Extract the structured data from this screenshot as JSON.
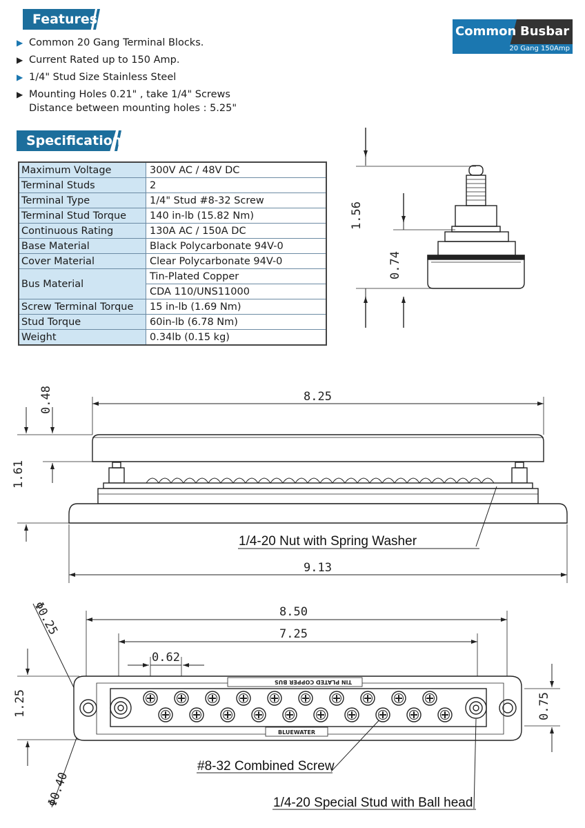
{
  "sections": {
    "features_title": "Features",
    "spec_title": "Specification"
  },
  "badge": {
    "word1": "Common",
    "word2": "Busbar",
    "sub": "20 Gang 150Amp"
  },
  "features": [
    {
      "text": "Common 20 Gang  Terminal Blocks."
    },
    {
      "text": "Current  Rated up to 150 Amp."
    },
    {
      "text": "1/4\"  Stud Size Stainless Steel"
    },
    {
      "text": "Mounting Holes 0.21\" , take 1/4\" Screws",
      "sub": "Distance between mounting holes :  5.25\""
    }
  ],
  "spec": [
    {
      "k": "Maximum Voltage",
      "v": "300V AC / 48V DC"
    },
    {
      "k": "Terminal Studs",
      "v": "2"
    },
    {
      "k": "Terminal Type",
      "v": "1/4\" Stud  #8-32 Screw"
    },
    {
      "k": "Terminal Stud Torque",
      "v": "140 in-lb (15.82 Nm)"
    },
    {
      "k": "Continuous Rating",
      "v": "130A AC / 150A DC"
    },
    {
      "k": "Base Material",
      "v": "Black Polycarbonate 94V-0"
    },
    {
      "k": "Cover  Material",
      "v": "Clear Polycarbonate 94V-0"
    },
    {
      "k": "Bus Material",
      "v": "Tin-Plated Copper",
      "v2": "CDA 110/UNS11000"
    },
    {
      "k": "Screw Terminal Torque",
      "v": "15 in-lb (1.69 Nm)"
    },
    {
      "k": "Stud Torque",
      "v": "60in-lb (6.78 Nm)"
    },
    {
      "k": "Weight",
      "v": "0.34lb (0.15 kg)"
    }
  ],
  "side_view": {
    "dim_total": "1.56",
    "dim_base": "0.74"
  },
  "front_view": {
    "dim_width": "8.25",
    "dim_top": "0.48",
    "dim_height": "1.61",
    "dim_base": "9.13",
    "callout": "1/4-20 Nut with Spring Washer"
  },
  "top_view": {
    "dim_outer": "8.50",
    "dim_studs": "7.25",
    "dim_pitch": "0.62",
    "dim_height": "1.25",
    "dim_inner": "0.75",
    "dim_hole_small": "Φ0.25",
    "dim_hole_large": "Φ0.40",
    "label_bus": "TIN PLATED COPPER BUS",
    "label_brand": "BLUEWATER",
    "callout_screw": "#8-32 Combined Screw",
    "callout_stud": "1/4-20 Special Stud with Ball head"
  }
}
